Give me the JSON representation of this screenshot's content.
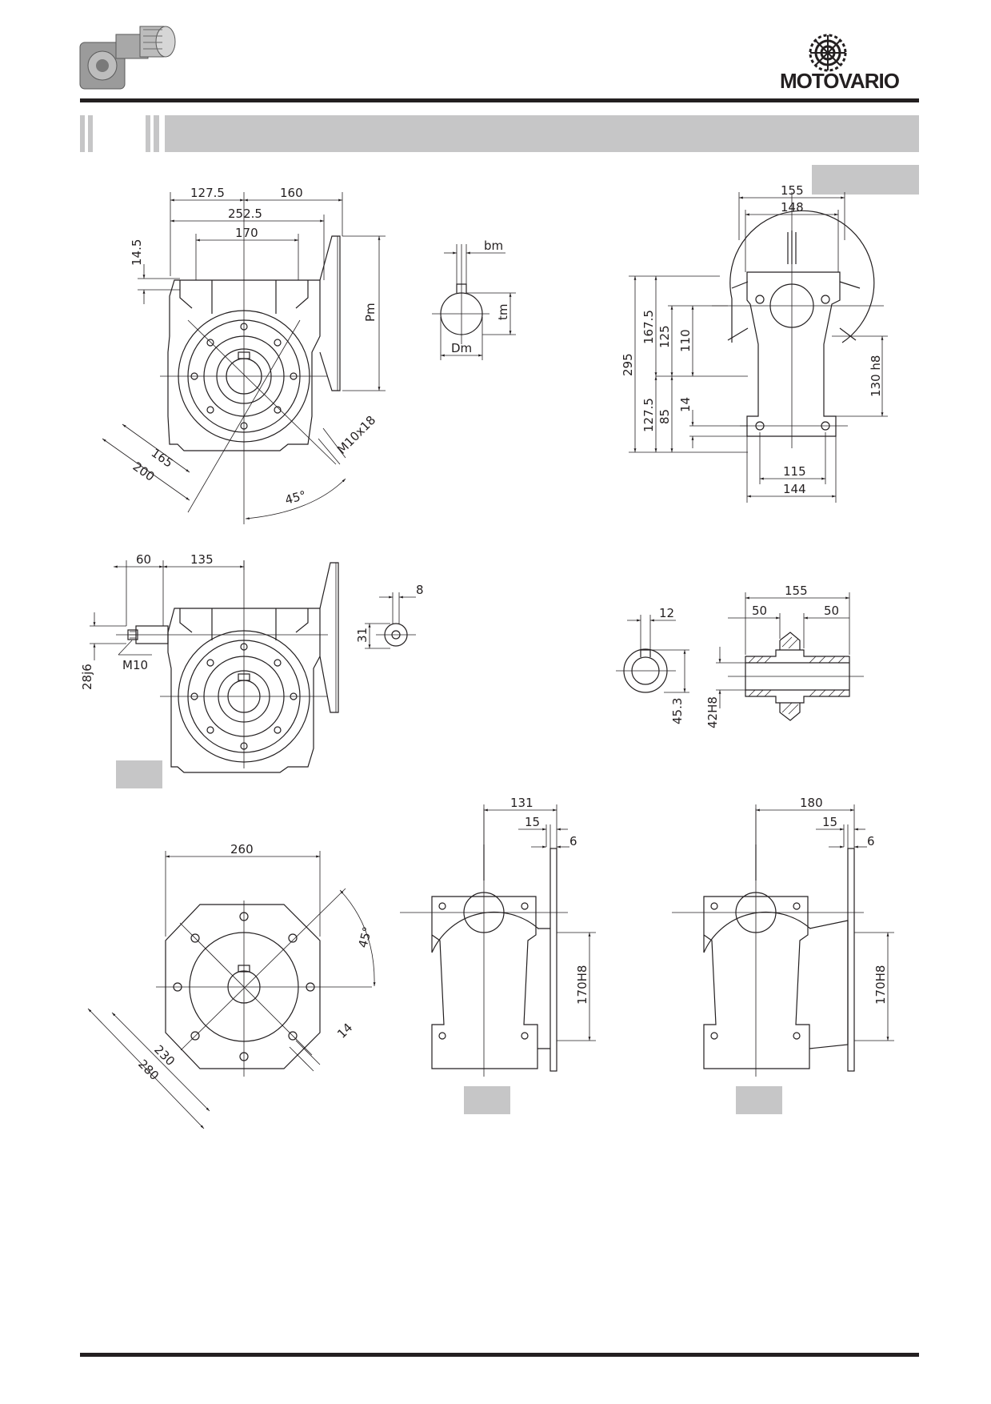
{
  "brand": {
    "name": "MOTOVARIO"
  },
  "colors": {
    "ink": "#231f20",
    "band": "#c6c6c7"
  },
  "icons": {
    "motor": "gearmotor-product-photo",
    "logo": "motovario-gear-logo"
  },
  "front_view": {
    "dims": [
      "127.5",
      "160",
      "252.5",
      "170",
      "14.5",
      "Pm",
      "165",
      "200",
      "M10x18",
      "45°"
    ]
  },
  "keyway_detail": {
    "dims": [
      "bm",
      "tm",
      "Dm"
    ]
  },
  "side_view": {
    "dims": [
      "155",
      "148",
      "295",
      "167.5",
      "125",
      "110",
      "127.5",
      "85",
      "14",
      "130 h8",
      "115",
      "144"
    ]
  },
  "input_view": {
    "dims": [
      "60",
      "135",
      "28j6",
      "M10",
      "8",
      "31"
    ]
  },
  "hollow_shaft": {
    "dims": [
      "12",
      "45.3",
      "155",
      "50",
      "50",
      "42H8"
    ]
  },
  "flange_view": {
    "dims": [
      "260",
      "45°",
      "230",
      "280",
      "14"
    ]
  },
  "flange_side_a": {
    "dims": [
      "131",
      "15",
      "6",
      "170H8"
    ]
  },
  "flange_side_b": {
    "dims": [
      "180",
      "15",
      "6",
      "170H8"
    ]
  }
}
